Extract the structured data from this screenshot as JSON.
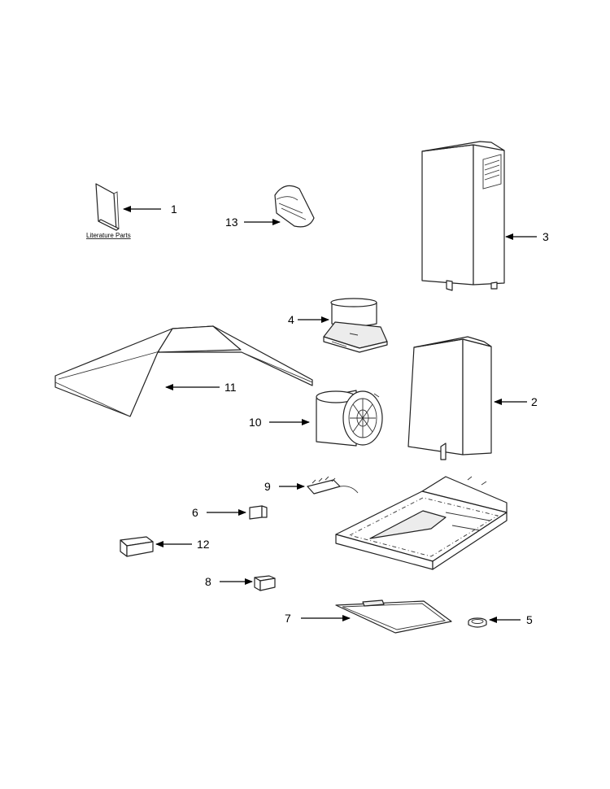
{
  "labels": {
    "literature": "Literature Parts",
    "c1": "1",
    "c2": "2",
    "c3": "3",
    "c4": "4",
    "c5": "5",
    "c6": "6",
    "c7": "7",
    "c8": "8",
    "c9": "9",
    "c10": "10",
    "c11": "11",
    "c12": "12",
    "c13": "13"
  },
  "colors": {
    "line": "#222222",
    "background": "#ffffff"
  }
}
